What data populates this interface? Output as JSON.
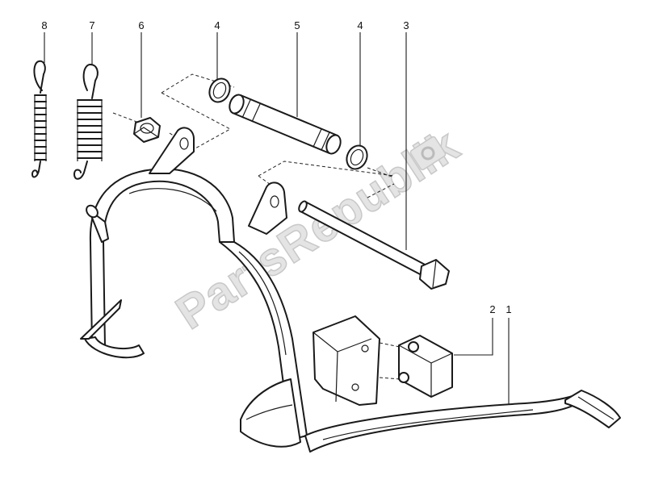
{
  "watermark": {
    "text": "PartsRepublik"
  },
  "callouts": [
    {
      "id": "1",
      "label": "1"
    },
    {
      "id": "2",
      "label": "2"
    },
    {
      "id": "3",
      "label": "3"
    },
    {
      "id": "4a",
      "label": "4"
    },
    {
      "id": "4b",
      "label": "4"
    },
    {
      "id": "5",
      "label": "5"
    },
    {
      "id": "6",
      "label": "6"
    },
    {
      "id": "7",
      "label": "7"
    },
    {
      "id": "8",
      "label": "8"
    }
  ],
  "colors": {
    "line": "#1a1a1a",
    "background": "#ffffff",
    "watermark": "#e4e4e4"
  }
}
